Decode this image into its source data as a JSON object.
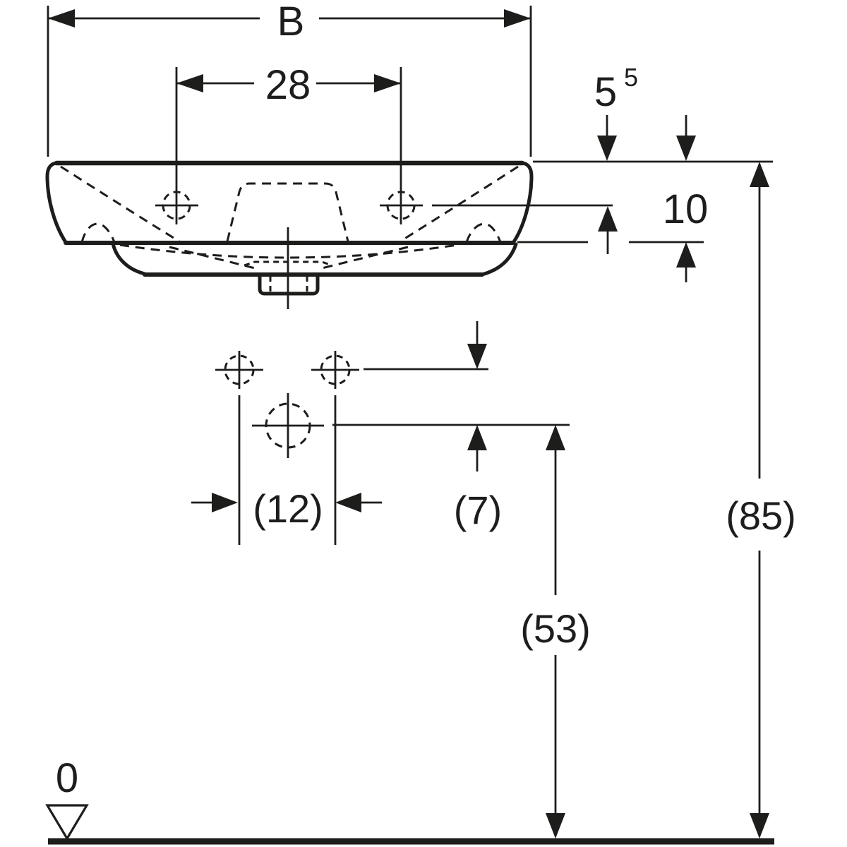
{
  "drawing": {
    "type": "technical dimension drawing",
    "subject": "wall-hung washbasin, front elevation with tap holes, fixing holes and drain",
    "units": "cm",
    "line_color": "#1d1d1b",
    "background_color": "#ffffff"
  },
  "dimensions": {
    "overall_width": {
      "label": "B"
    },
    "tap_hole_spacing": {
      "label": "28"
    },
    "edge_to_tap_line": {
      "main": "5",
      "superscript": "5"
    },
    "edge_to_ledge": {
      "label": "10"
    },
    "overall_height": {
      "label": "(85)"
    },
    "fixing_hole_spacing": {
      "label": "(12)"
    },
    "fixing_to_drain": {
      "label": "(7)"
    },
    "drain_height": {
      "label": "(53)"
    },
    "datum_level": {
      "label": "0"
    }
  }
}
